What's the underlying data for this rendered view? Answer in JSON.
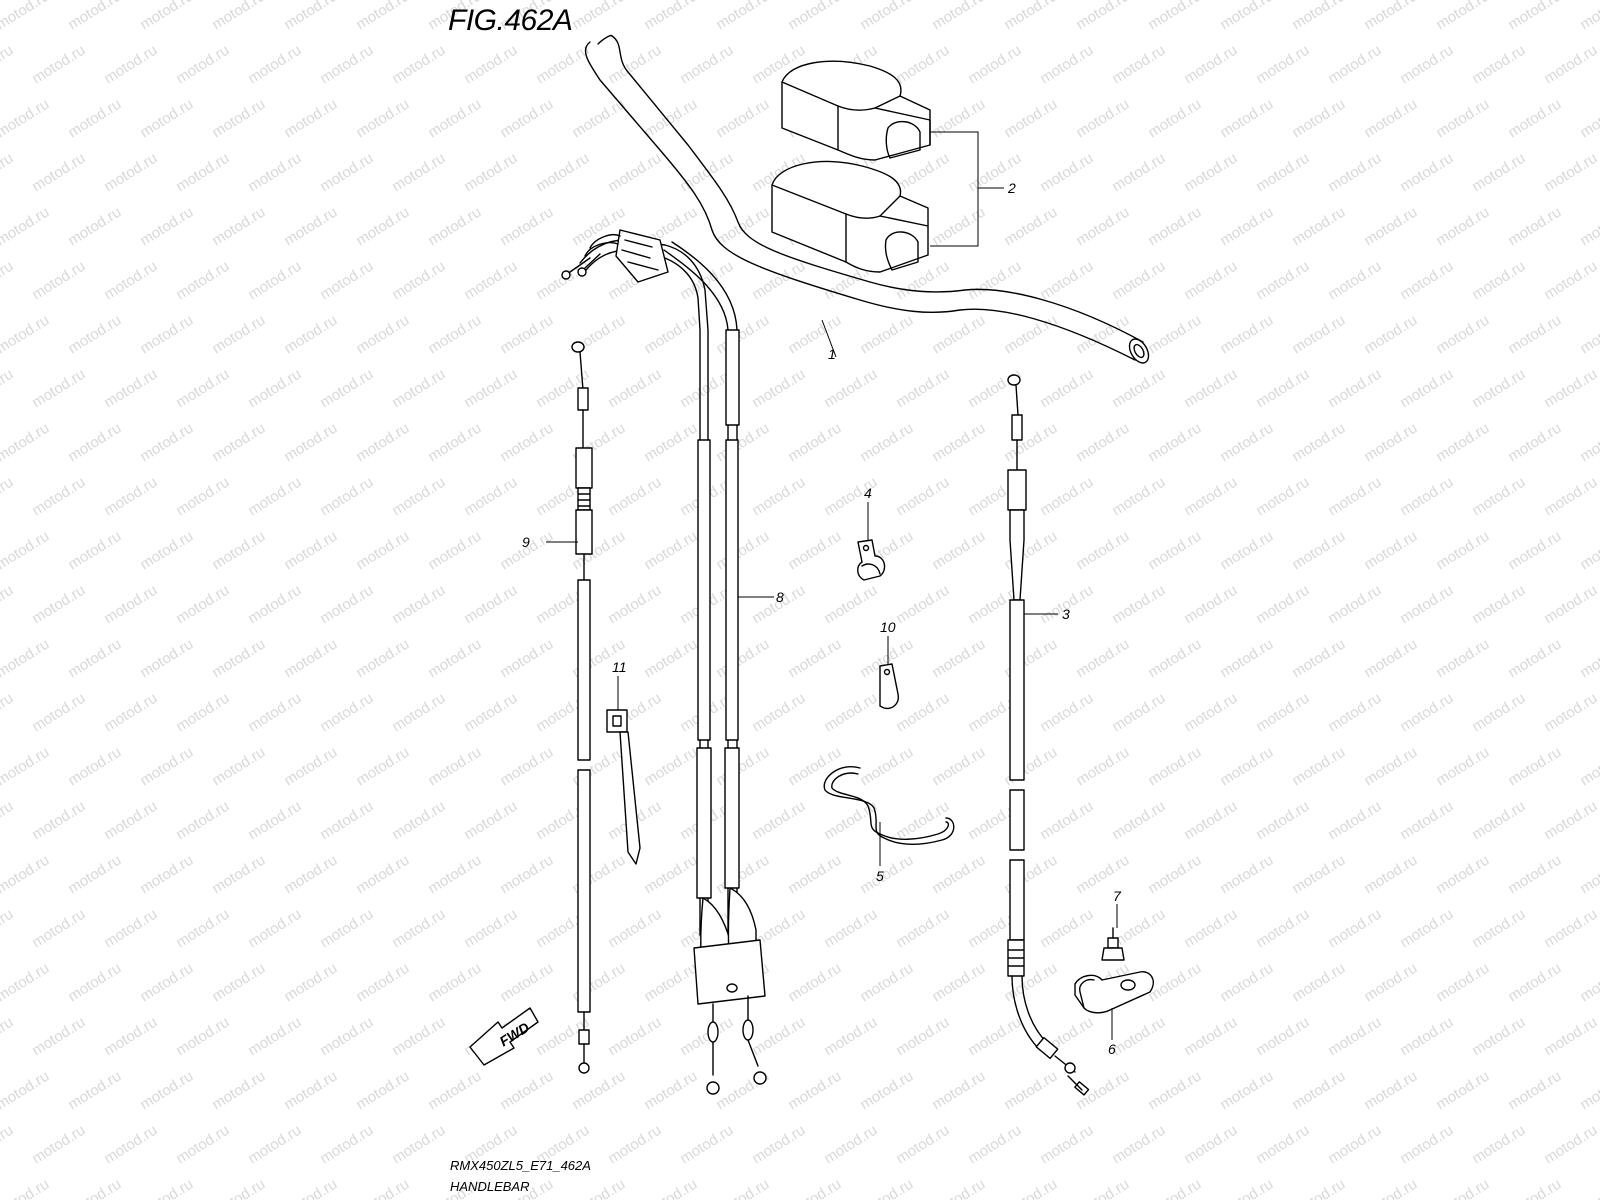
{
  "figure": {
    "title": "FIG.462A",
    "code": "RMX450ZL5_E71_462A",
    "name": "HANDLEBAR"
  },
  "watermark": {
    "text": "motod.ru"
  },
  "direction_marker": {
    "label": "FWD"
  },
  "callouts": [
    {
      "id": "1",
      "label": "1"
    },
    {
      "id": "2",
      "label": "2"
    },
    {
      "id": "3",
      "label": "3"
    },
    {
      "id": "4",
      "label": "4"
    },
    {
      "id": "5",
      "label": "5"
    },
    {
      "id": "6",
      "label": "6"
    },
    {
      "id": "7",
      "label": "7"
    },
    {
      "id": "8",
      "label": "8"
    },
    {
      "id": "9",
      "label": "9"
    },
    {
      "id": "10",
      "label": "10"
    },
    {
      "id": "11",
      "label": "11"
    }
  ]
}
